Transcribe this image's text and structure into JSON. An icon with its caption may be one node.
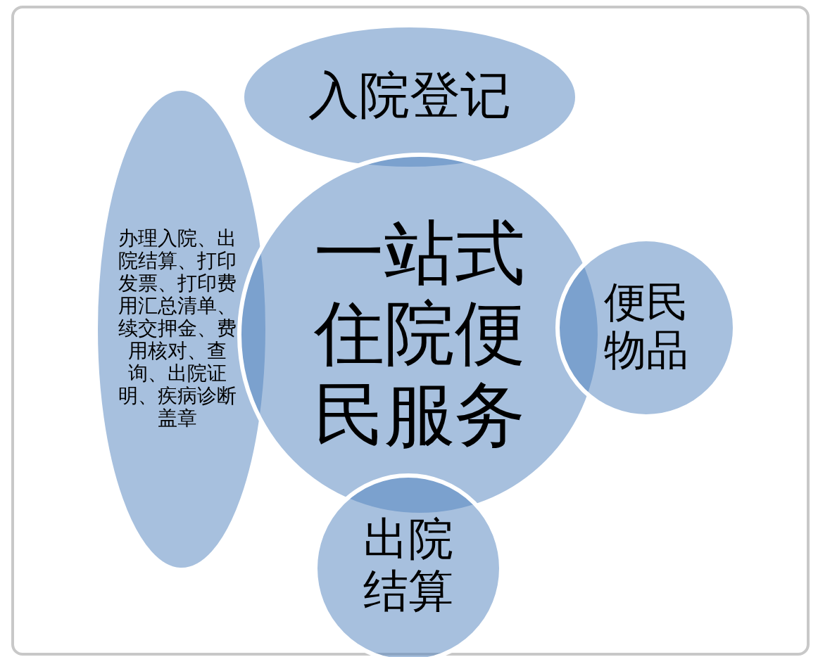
{
  "diagram": {
    "nodes": [
      {
        "text": [
          "入院登记"
        ]
      },
      {
        "text": [
          "办理入院、出院结算、打印发票、打印费用汇总清单、续交押金、费用核对、查询、出院证明、疾病诊断盖章"
        ]
      },
      {
        "text": [
          "一站式住院便民服务"
        ]
      },
      {
        "text": [
          "便民物品"
        ]
      },
      {
        "text": [
          "出院结算"
        ]
      }
    ],
    "edges": []
  }
}
